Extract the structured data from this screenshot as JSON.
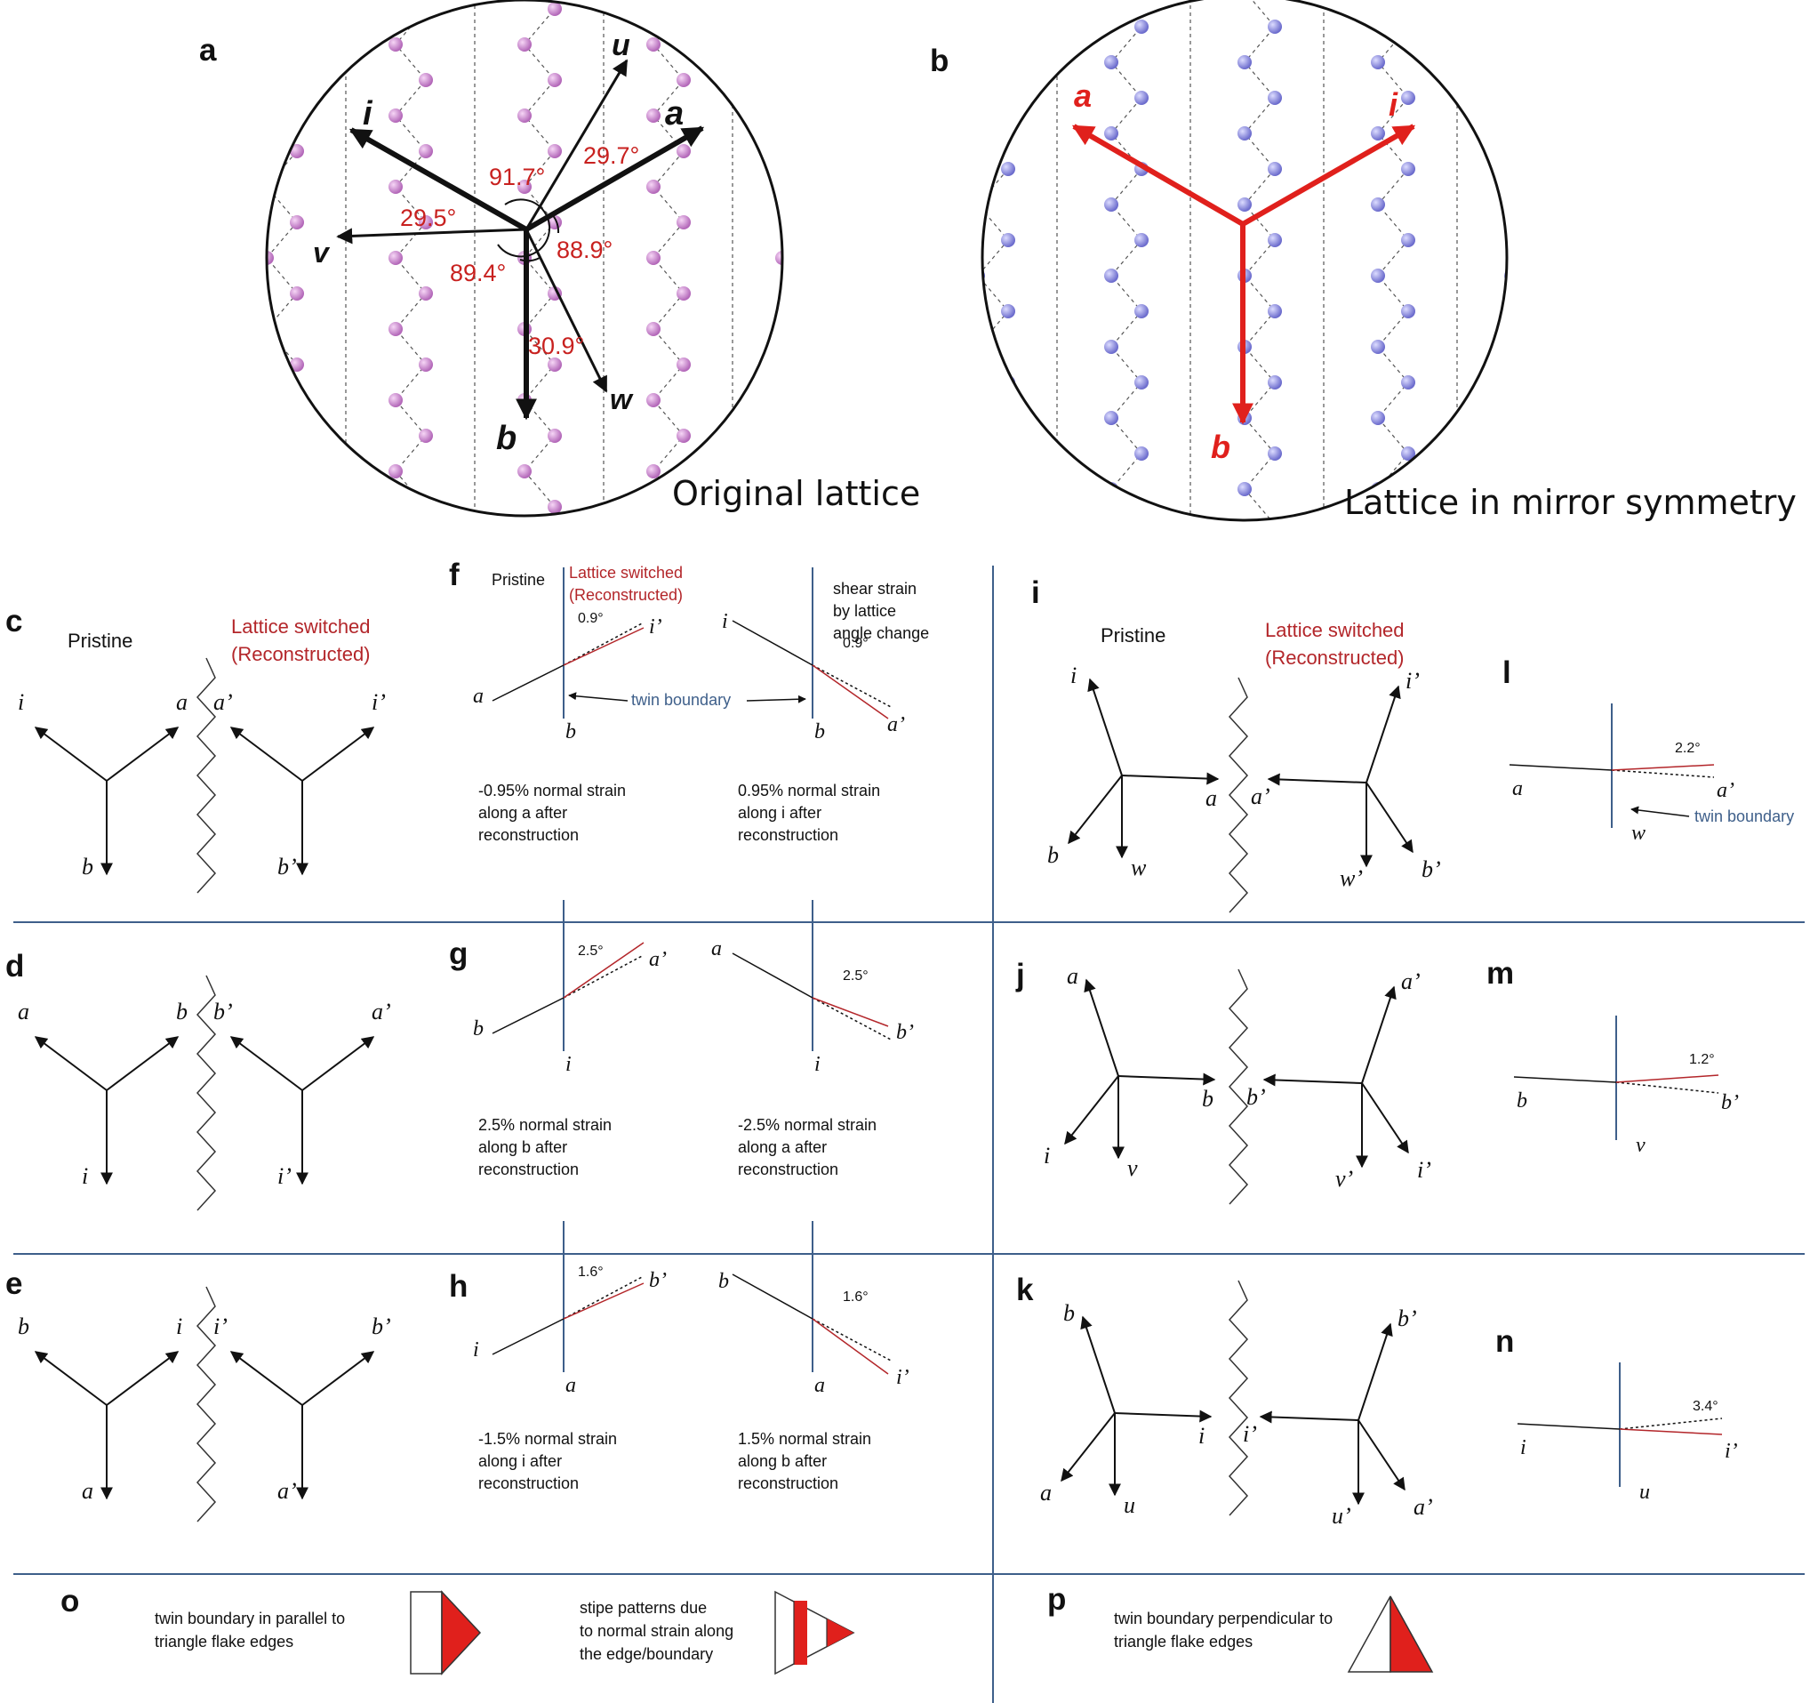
{
  "panels": {
    "a": {
      "letter": "a",
      "caption": "Original lattice",
      "vectors": {
        "i": "i",
        "u": "u",
        "a": "a",
        "v": "v",
        "b": "b",
        "w": "w"
      },
      "angles": [
        "91.7°",
        "29.7°",
        "29.5°",
        "88.9°",
        "89.4°",
        "30.9°"
      ]
    },
    "b": {
      "letter": "b",
      "caption": "Lattice in mirror symmetry",
      "vectors": {
        "a": "a",
        "i": "i",
        "b": "b"
      }
    },
    "c": {
      "letter": "c",
      "pristine": "Pristine",
      "switched1": "Lattice switched",
      "switched2": "(Reconstructed)",
      "labels": [
        "i",
        "a",
        "b",
        "a’",
        "i’",
        "b’"
      ]
    },
    "d": {
      "letter": "d",
      "labels": [
        "a",
        "b",
        "i",
        "b’",
        "a’",
        "i’"
      ]
    },
    "e": {
      "letter": "e",
      "labels": [
        "b",
        "i",
        "a",
        "i’",
        "b’",
        "a’"
      ]
    },
    "f": {
      "letter": "f",
      "pristine": "Pristine",
      "switched1": "Lattice switched",
      "switched2": "(Reconstructed)",
      "shear1": "shear strain",
      "shear2": "by lattice",
      "shear3": "angle change",
      "twin": "twin boundary",
      "angle1": "0.9°",
      "angle2": "0.9°",
      "labels": [
        "a",
        "i’",
        "b",
        "i",
        "a’",
        "b"
      ],
      "note_left": [
        "-0.95% normal strain",
        "along a after",
        "reconstruction"
      ],
      "note_right": [
        "0.95% normal strain",
        "along i after",
        "reconstruction"
      ]
    },
    "g": {
      "letter": "g",
      "angle1": "2.5°",
      "angle2": "2.5°",
      "labels": [
        "b",
        "a’",
        "i",
        "a",
        "b’",
        "i"
      ],
      "note_left": [
        "2.5% normal strain",
        "along b after",
        "reconstruction"
      ],
      "note_right": [
        "-2.5% normal strain",
        "along a after",
        "reconstruction"
      ]
    },
    "h": {
      "letter": "h",
      "angle1": "1.6°",
      "angle2": "1.6°",
      "labels": [
        "i",
        "b’",
        "a",
        "b",
        "i’",
        "a"
      ],
      "note_left": [
        "-1.5% normal strain",
        "along i after",
        "reconstruction"
      ],
      "note_right": [
        "1.5% normal strain",
        "along b after",
        "reconstruction"
      ]
    },
    "i": {
      "letter": "i",
      "pristine": "Pristine",
      "switched1": "Lattice switched",
      "switched2": "(Reconstructed)",
      "labels": [
        "i",
        "a",
        "b",
        "w",
        "i’",
        "a’",
        "w’",
        "b’"
      ]
    },
    "j": {
      "letter": "j",
      "labels": [
        "a",
        "b",
        "i",
        "v",
        "a’",
        "b’",
        "v’",
        "i’"
      ]
    },
    "k": {
      "letter": "k",
      "labels": [
        "b",
        "i",
        "a",
        "u",
        "b’",
        "i’",
        "u’",
        "a’"
      ]
    },
    "l": {
      "letter": "l",
      "angle": "2.2°",
      "twin": "twin boundary",
      "labels": [
        "a",
        "a’",
        "w"
      ]
    },
    "m": {
      "letter": "m",
      "angle": "1.2°",
      "labels": [
        "b",
        "b’",
        "v"
      ]
    },
    "n": {
      "letter": "n",
      "angle": "3.4°",
      "labels": [
        "i",
        "i’",
        "u"
      ]
    },
    "o": {
      "letter": "o",
      "text1": [
        "twin boundary in parallel to",
        "triangle flake edges"
      ],
      "text2": [
        "stipe patterns due",
        "to normal strain along",
        "the edge/boundary"
      ]
    },
    "p": {
      "letter": "p",
      "text": [
        "twin boundary perpendicular to",
        "triangle flake edges"
      ]
    }
  },
  "colors": {
    "accent_red": "#e0201c",
    "dark_red": "#b3262a",
    "grid_blue": "#3e5f8a",
    "atom_pink": "#d98ad9",
    "atom_blue": "#8f8fe0"
  }
}
